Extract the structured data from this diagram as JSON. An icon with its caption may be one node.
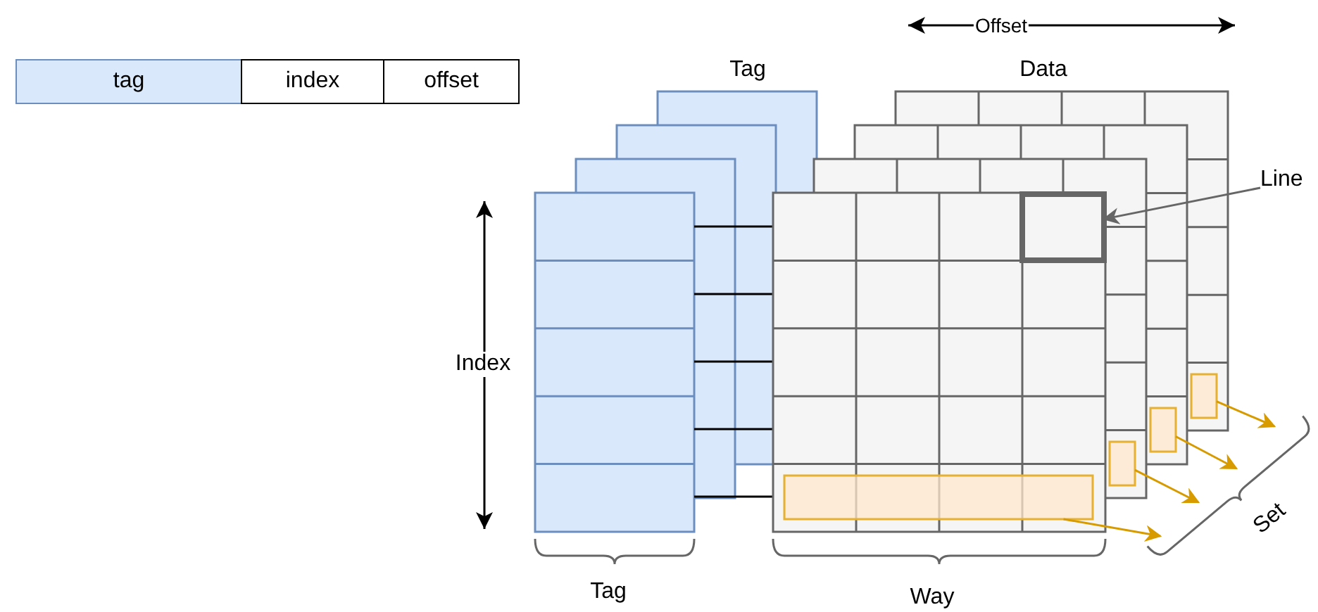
{
  "diagram": {
    "nodes": [
      {
        "text": [
          "tag"
        ]
      },
      {
        "text": [
          "index"
        ]
      },
      {
        "text": [
          "offset"
        ]
      },
      {
        "text": [
          "Line"
        ]
      },
      {
        "text": [],
        "shape": "box"
      },
      {
        "text": [],
        "shape": "bar"
      },
      {
        "text": [],
        "shape": "bar"
      },
      {
        "text": [],
        "shape": "bar"
      },
      {
        "text": [],
        "shape": "bar"
      }
    ],
    "edges": [
      {
        "from": 3,
        "to": 4,
        "arrow": "to",
        "color": "#666666"
      },
      {
        "from": 5,
        "to": null,
        "arrow": "to"
      },
      {
        "from": 6,
        "to": null,
        "arrow": "to"
      },
      {
        "from": 7,
        "to": null,
        "arrow": "to"
      },
      {
        "from": 8,
        "to": null,
        "arrow": "to"
      }
    ],
    "labels": [
      "Offset",
      "Tag",
      "Data",
      "Index",
      "Tag",
      "Way",
      "Set"
    ]
  }
}
